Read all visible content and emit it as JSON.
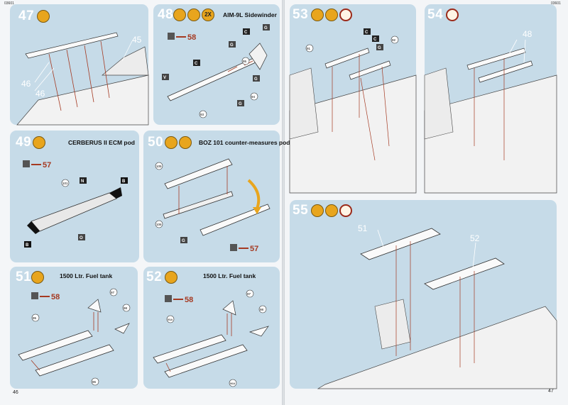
{
  "header": {
    "left_code": "03601",
    "right_code": "03601"
  },
  "page_numbers": {
    "left": "46",
    "right": "47"
  },
  "steps": [
    {
      "num": "47",
      "title": "",
      "refs": [
        "45",
        "46",
        "46"
      ]
    },
    {
      "num": "48",
      "title": "AIM-9L Sidewinder",
      "badge": "2X",
      "goto": "58",
      "refs": [
        "93",
        "94",
        "95"
      ],
      "labels": [
        "C",
        "G",
        "G",
        "G",
        "C",
        "V",
        "G"
      ]
    },
    {
      "num": "49",
      "title": "CERBERUS II ECM pod",
      "goto": "57",
      "refs": [
        "101"
      ],
      "labels": [
        "N",
        "B",
        "O",
        "B"
      ]
    },
    {
      "num": "50",
      "title": "BOZ 101 counter-measures pod",
      "goto": "57",
      "refs": [
        "105",
        "106"
      ],
      "labels": [
        "G"
      ]
    },
    {
      "num": "51",
      "title": "1500 Ltr. Fuel tank",
      "goto": "58",
      "refs": [
        "95",
        "96",
        "97",
        "98"
      ]
    },
    {
      "num": "52",
      "title": "1500 Ltr. Fuel tank",
      "goto": "58",
      "refs": [
        "95A",
        "96A",
        "97",
        "98"
      ]
    },
    {
      "num": "53",
      "title": "",
      "refs": [
        "91",
        "92"
      ],
      "labels": [
        "C",
        "C",
        "G"
      ]
    },
    {
      "num": "54",
      "title": "",
      "refs": [
        "48"
      ]
    },
    {
      "num": "55",
      "title": "",
      "refs": [
        "51",
        "52"
      ]
    }
  ],
  "colors": {
    "panel_bg": "#c6dbe8",
    "step_icon": "#e8a51d",
    "arrow": "#a53a22"
  }
}
